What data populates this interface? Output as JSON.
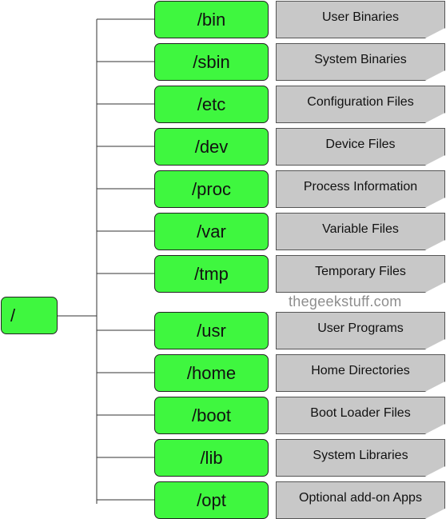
{
  "root": {
    "label": "/"
  },
  "watermark": "thegeekstuff.com",
  "directories": [
    {
      "name": "/bin",
      "description": "User Binaries"
    },
    {
      "name": "/sbin",
      "description": "System Binaries"
    },
    {
      "name": "/etc",
      "description": "Configuration Files"
    },
    {
      "name": "/dev",
      "description": "Device Files"
    },
    {
      "name": "/proc",
      "description": "Process Information"
    },
    {
      "name": "/var",
      "description": "Variable Files"
    },
    {
      "name": "/tmp",
      "description": "Temporary Files"
    },
    {
      "name": "/usr",
      "description": "User Programs"
    },
    {
      "name": "/home",
      "description": "Home Directories"
    },
    {
      "name": "/boot",
      "description": "Boot Loader Files"
    },
    {
      "name": "/lib",
      "description": "System Libraries"
    },
    {
      "name": "/opt",
      "description": "Optional add-on Apps"
    }
  ],
  "colors": {
    "directory_fill": "#3ff73f",
    "description_fill": "#c8c8c8",
    "connector": "#333333",
    "watermark": "#8e8e8e"
  }
}
